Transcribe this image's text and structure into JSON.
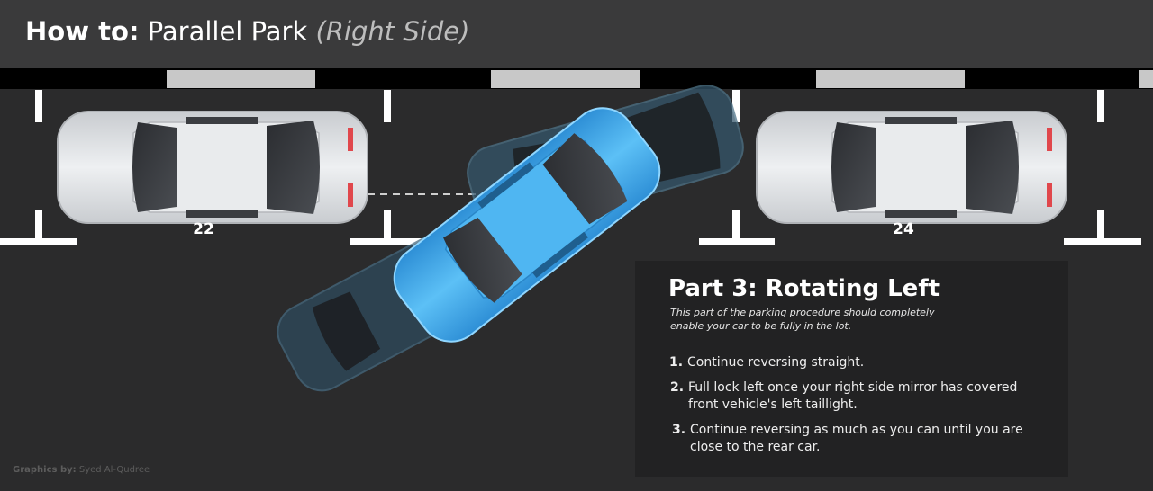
{
  "header": {
    "title_bold": "How to:",
    "title_main": "Parallel Park",
    "title_italic": "(Right Side)"
  },
  "lot": {
    "space_numbers": [
      "22",
      "24"
    ],
    "curb_color": "#000000",
    "stripe_color": "#c8c8c8",
    "asphalt_color": "#2b2b2c"
  },
  "cars": {
    "parked_color": "#dfe1e4",
    "active_color": "#3aa8ec",
    "ghost_color": "#2a4a5e"
  },
  "panel": {
    "title": "Part 3: Rotating Left",
    "subtitle": "This part of the parking procedure should completely enable your car to be fully in the lot.",
    "steps": [
      {
        "num": "1.",
        "text": "Continue reversing straight."
      },
      {
        "num": "2.",
        "text": "Full lock left once your right side mirror has covered front vehicle's left taillight."
      },
      {
        "num": "3.",
        "text": "Continue reversing as much as you can until you are close to the rear car."
      }
    ]
  },
  "credit": {
    "label": "Graphics by:",
    "author": "Syed Al-Qudree"
  }
}
